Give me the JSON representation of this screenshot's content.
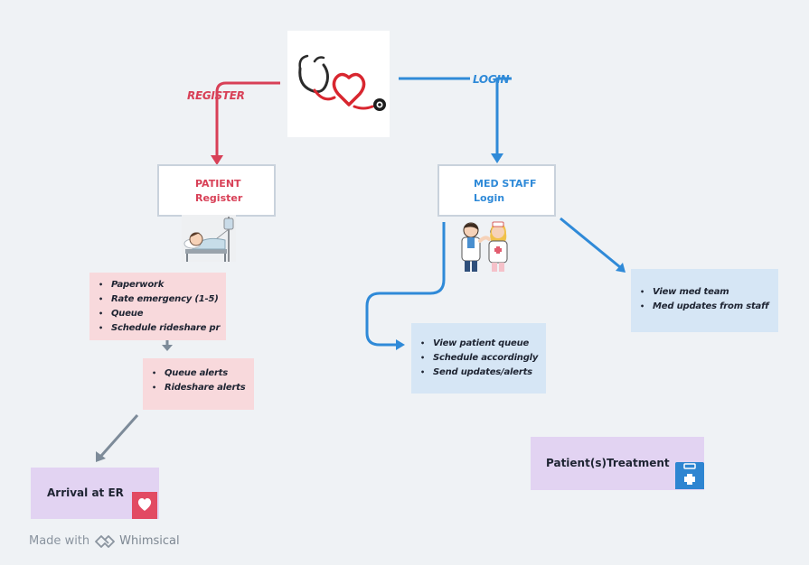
{
  "diagram": {
    "edges": {
      "register_label": "REGISTER",
      "login_label": "LOGIN"
    },
    "patient_box": {
      "title": "PATIENT",
      "subtitle": "Register"
    },
    "staff_box": {
      "title": "MED STAFF",
      "subtitle": "Login"
    },
    "patient_tasks": [
      "Paperwork",
      "Rate emergency (1-5)",
      "Queue",
      "Schedule rideshare pr"
    ],
    "patient_alerts": [
      "Queue alerts",
      "Rideshare alerts"
    ],
    "staff_queue_tasks": [
      "View patient queue",
      "Schedule accordingly",
      "Send updates/alerts"
    ],
    "staff_team_tasks": [
      "View med team",
      "Med updates from staff"
    ],
    "arrival_card": "Arrival at ER",
    "treatment_card": "Patient(s)Treatment"
  },
  "footer": {
    "prefix": "Made with",
    "brand": "Whimsical"
  },
  "colors": {
    "register_red": "#d84057",
    "login_blue": "#2f8ad8",
    "connector_gray": "#7d8b99",
    "note_pink": "#f8d9dc",
    "note_blue": "#d6e6f5",
    "card_purple": "#e2d3f2",
    "canvas": "#eff2f5"
  },
  "icons": {
    "logo": "stethoscope-heart-icon",
    "patient_illustration": "patient-in-bed-icon",
    "staff_illustration": "doctor-and-nurse-icon",
    "arrival_badge": "heart-icon",
    "treatment_badge": "medical-kit-icon",
    "footer_logo": "whimsical-logo-icon"
  }
}
